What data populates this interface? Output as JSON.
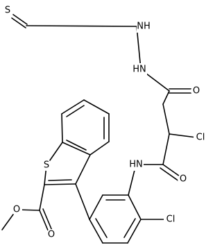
{
  "colors": {
    "background": "#ffffff",
    "bond": "#000000",
    "label": "#000000"
  },
  "atom_labels": {
    "thione_S": "S",
    "hydrazine_NH_top": "NH",
    "hydrazine_NH_bottom": "HN",
    "ketone_O": "O",
    "ring_S": "S",
    "chloro_upper": "Cl",
    "amide_NH": "HN",
    "amide_O": "O",
    "chloro_aryl": "Cl",
    "ester_O_single": "O",
    "ester_O_double": "O"
  }
}
